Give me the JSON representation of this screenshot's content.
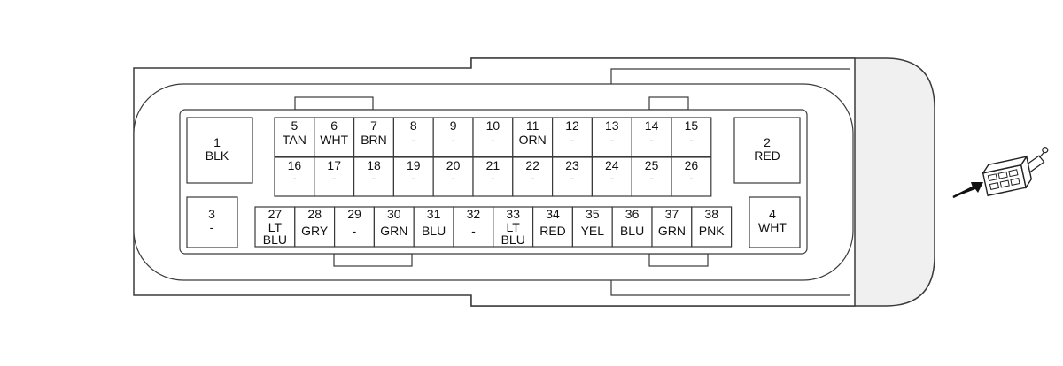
{
  "connector": {
    "top_row": [
      {
        "num": "5",
        "wire": "TAN"
      },
      {
        "num": "6",
        "wire": "WHT"
      },
      {
        "num": "7",
        "wire": "BRN"
      },
      {
        "num": "8",
        "wire": "-"
      },
      {
        "num": "9",
        "wire": "-"
      },
      {
        "num": "10",
        "wire": "-"
      },
      {
        "num": "11",
        "wire": "ORN"
      },
      {
        "num": "12",
        "wire": "-"
      },
      {
        "num": "13",
        "wire": "-"
      },
      {
        "num": "14",
        "wire": "-"
      },
      {
        "num": "15",
        "wire": "-"
      }
    ],
    "middle_row": [
      {
        "num": "16",
        "wire": "-"
      },
      {
        "num": "17",
        "wire": "-"
      },
      {
        "num": "18",
        "wire": "-"
      },
      {
        "num": "19",
        "wire": "-"
      },
      {
        "num": "20",
        "wire": "-"
      },
      {
        "num": "21",
        "wire": "-"
      },
      {
        "num": "22",
        "wire": "-"
      },
      {
        "num": "23",
        "wire": "-"
      },
      {
        "num": "24",
        "wire": "-"
      },
      {
        "num": "25",
        "wire": "-"
      },
      {
        "num": "26",
        "wire": "-"
      }
    ],
    "bottom_row": [
      {
        "num": "27",
        "wire": "LT BLU"
      },
      {
        "num": "28",
        "wire": "GRY"
      },
      {
        "num": "29",
        "wire": "-"
      },
      {
        "num": "30",
        "wire": "GRN"
      },
      {
        "num": "31",
        "wire": "BLU"
      },
      {
        "num": "32",
        "wire": "-"
      },
      {
        "num": "33",
        "wire": "LT BLU"
      },
      {
        "num": "34",
        "wire": "RED"
      },
      {
        "num": "35",
        "wire": "YEL"
      },
      {
        "num": "36",
        "wire": "BLU"
      },
      {
        "num": "37",
        "wire": "GRN"
      },
      {
        "num": "38",
        "wire": "PNK"
      }
    ],
    "corner_pins": {
      "pin1": {
        "num": "1",
        "wire": "BLK"
      },
      "pin2": {
        "num": "2",
        "wire": "RED"
      },
      "pin3": {
        "num": "3",
        "wire": "-"
      },
      "pin4": {
        "num": "4",
        "wire": "WHT"
      }
    },
    "colors": {
      "line": "#3a3a3a",
      "shell_fill": "#f0f0f0",
      "body_fill": "#ffffff",
      "arrow": "#111111"
    }
  }
}
